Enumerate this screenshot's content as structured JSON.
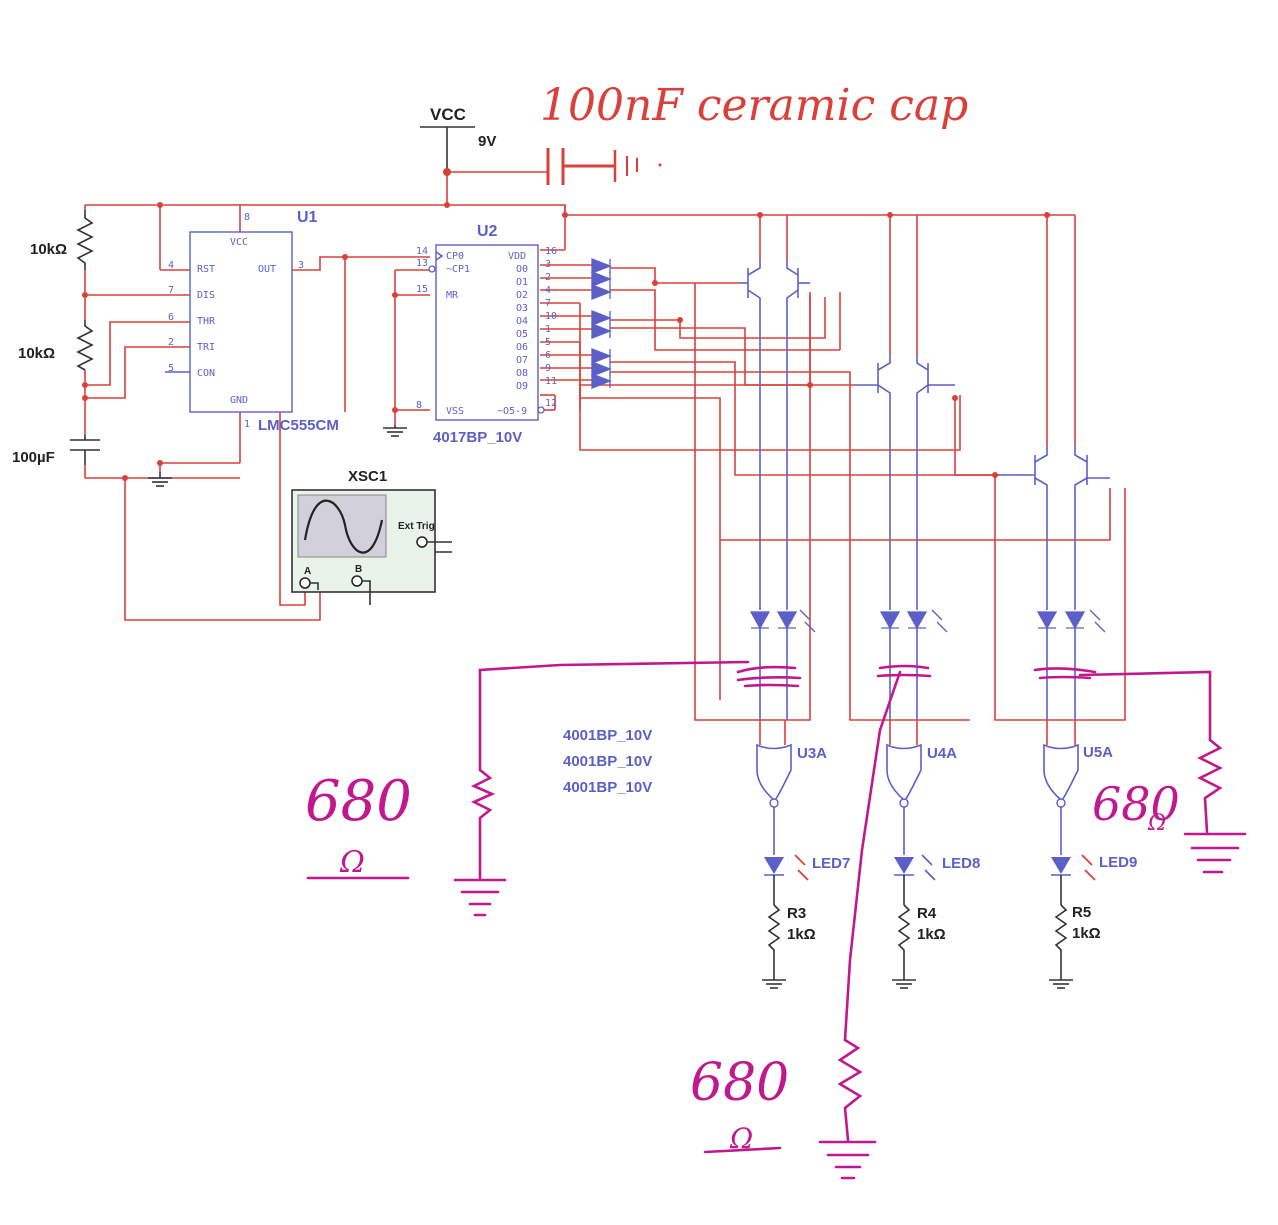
{
  "power": {
    "label": "VCC",
    "voltage": "9V"
  },
  "annotations": {
    "cap_note": "100nF ceramic cap",
    "res_left": "680",
    "res_left_unit": "Ω",
    "res_bottom": "680",
    "res_bottom_unit": "Ω",
    "res_right": "680",
    "res_right_unit": "Ω"
  },
  "components": {
    "r1": "10kΩ",
    "r2": "10kΩ",
    "c1": "100µF",
    "u1": {
      "ref": "U1",
      "part": "LMC555CM",
      "inner_vcc": "VCC",
      "inner_gnd": "GND",
      "pins": {
        "rst": "RST",
        "dis": "DIS",
        "thr": "THR",
        "tri": "TRI",
        "con": "CON",
        "out": "OUT"
      },
      "nums": {
        "p8": "8",
        "p4": "4",
        "p7": "7",
        "p6": "6",
        "p2": "2",
        "p5": "5",
        "p3": "3",
        "p1": "1"
      }
    },
    "u2": {
      "ref": "U2",
      "part": "4017BP_10V",
      "pins_left": {
        "cp0": "CP0",
        "cp1": "~CP1",
        "mr": "MR",
        "vss": "VSS"
      },
      "nums_left": {
        "p14": "14",
        "p13": "13",
        "p15": "15",
        "p8": "8"
      },
      "pins_right": [
        "VDD",
        "O0",
        "O1",
        "O2",
        "O3",
        "O4",
        "O5",
        "O6",
        "O7",
        "O8",
        "O9"
      ],
      "nums_right": [
        "16",
        "3",
        "2",
        "4",
        "7",
        "10",
        "1",
        "5",
        "6",
        "9",
        "11"
      ],
      "carry": "~O5-9",
      "carry_num": "12"
    },
    "scope": {
      "ref": "XSC1",
      "ext": "Ext Trig",
      "a": "A",
      "b": "B"
    },
    "gates": [
      "U3A",
      "U4A",
      "U5A"
    ],
    "gate_parts": [
      "4001BP_10V",
      "4001BP_10V",
      "4001BP_10V"
    ],
    "leds": [
      "LED7",
      "LED8",
      "LED9"
    ],
    "resistors": [
      {
        "ref": "R3",
        "value": "1kΩ"
      },
      {
        "ref": "R4",
        "value": "1kΩ"
      },
      {
        "ref": "R5",
        "value": "1kΩ"
      }
    ]
  },
  "colors": {
    "wire": "#d9403a",
    "component": "#5b5fc7",
    "ink": "#c2188f",
    "text": "#222222"
  }
}
